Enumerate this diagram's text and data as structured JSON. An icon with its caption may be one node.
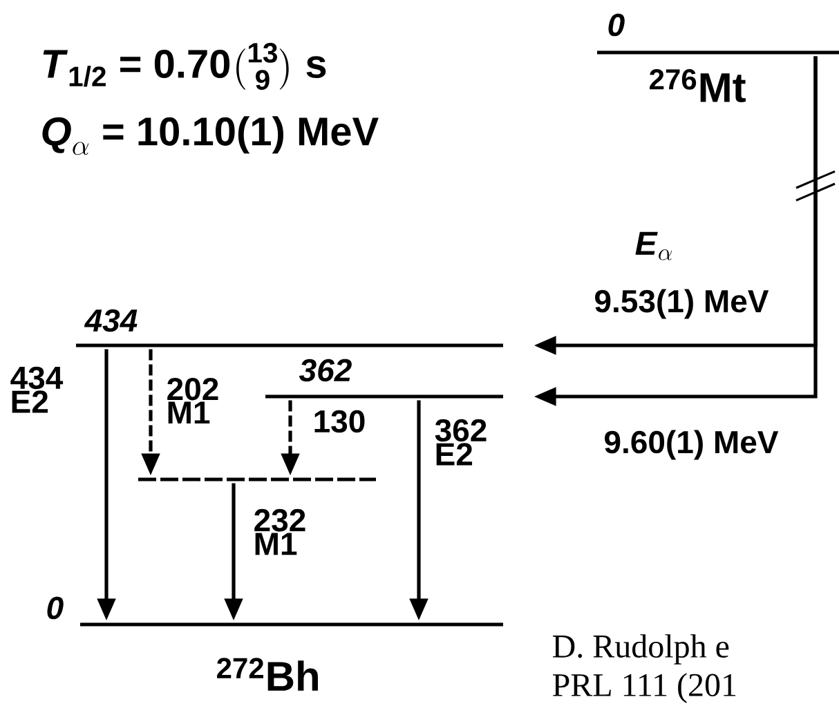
{
  "diagram": {
    "nodes": [
      {
        "text": [
          "0",
          "$^{276}$Mt"
        ]
      },
      {
        "text": [
          "434"
        ]
      },
      {
        "text": [
          "362"
        ]
      },
      {
        "text": [],
        "shape": "bar"
      },
      {
        "text": [
          "0",
          "$^{272}$Bh"
        ]
      }
    ],
    "edges": [
      {
        "from": 0,
        "to": 1,
        "arrow": "to",
        "label": "9.53(1) MeV"
      },
      {
        "from": 0,
        "to": 2,
        "arrow": "to",
        "label": "9.60(1) MeV"
      },
      {
        "from": 1,
        "to": 4,
        "arrow": "to",
        "label": "434 E2"
      },
      {
        "from": 1,
        "to": 3,
        "arrow": "to",
        "style": "dashed",
        "label": "202 M1"
      },
      {
        "from": 2,
        "to": 3,
        "arrow": "to",
        "style": "dashed",
        "label": "130"
      },
      {
        "from": 3,
        "to": 4,
        "arrow": "to",
        "label": "232 M1"
      },
      {
        "from": 2,
        "to": 4,
        "arrow": "to",
        "label": "362 E2"
      }
    ],
    "labels": [
      "\\textbf{\\textit{T}}_{\\textbf{1/2}}\\textbf{ = 0.70}\\binom{\\textbf{13}}{\\textbf{9}}\\textbf{ s}",
      "\\textbf{\\textit{Q}}_{\\alpha}\\textbf{ = 10.10(1) MeV}",
      "\\textbf{\\textit{E}}_{\\alpha}",
      "D. Rudolph e",
      "PRL 111 (201"
    ]
  }
}
